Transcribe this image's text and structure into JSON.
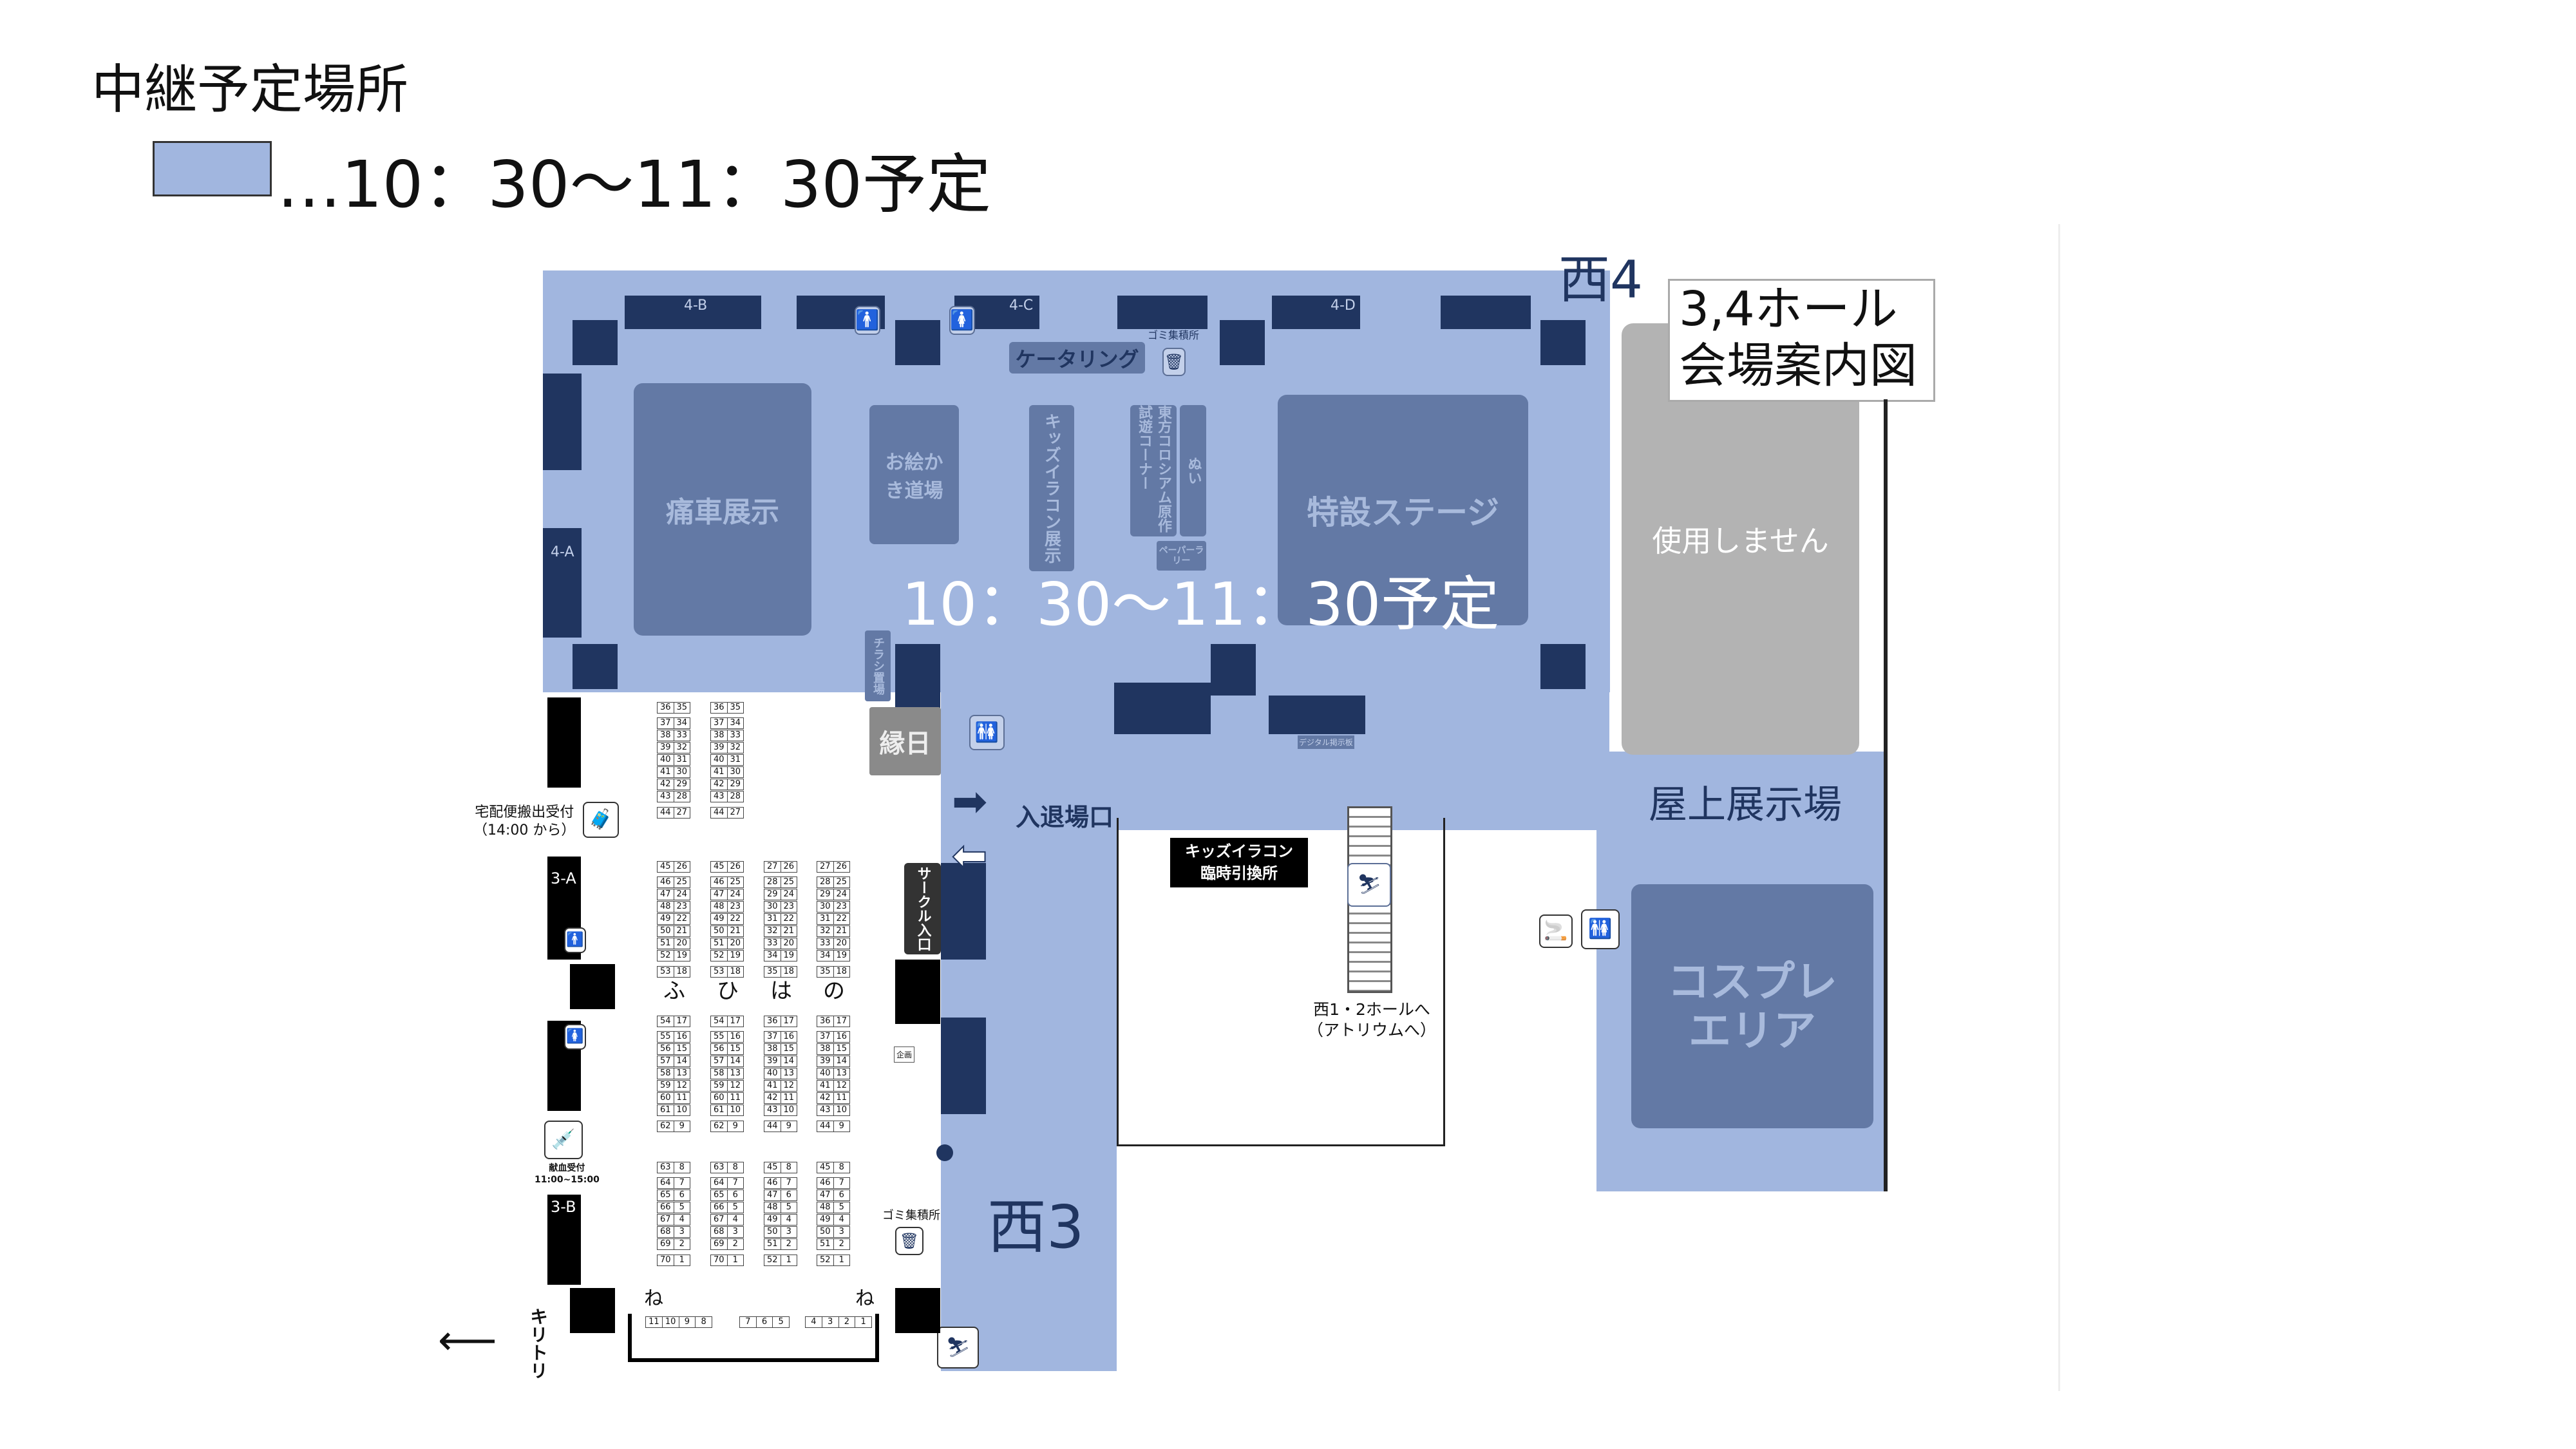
{
  "header": {
    "title": "中継予定場所",
    "legend_text": "…10：30〜11：30予定"
  },
  "colors": {
    "highlight": "#a1b6df",
    "dark": "#203560",
    "zone": "#6379a5",
    "unused": "#b3b3b3"
  },
  "map": {
    "overlay_text": "10：30〜11：30予定",
    "hall_title": [
      "3,4ホール",
      "会場案内図"
    ],
    "hall_west4": "西4",
    "hall_west3": "西3",
    "gate_labels": [
      "4-A",
      "4-B",
      "4-C",
      "4-D",
      "3-A",
      "3-B"
    ],
    "zones": {
      "itasha": "痛車展示",
      "stage": "特設ステージ",
      "oekaki": "お絵かき道場",
      "kids_exhibit": "キッズイラコン展示",
      "touhou": "東方コロシアム原作試遊コーナー",
      "nui": "ぬい",
      "paper_rally": "ペーパーラリー",
      "catering": "ケータリング",
      "garbage": "ゴミ集積所",
      "flyers": "チラシ置場",
      "ennichi": "縁日",
      "unused": "使用しません",
      "rooftop": "屋上展示場",
      "cosplay": [
        "コスプレ",
        "エリア"
      ],
      "entrance": "入退場口",
      "kids_exchange": [
        "キッズイラコン",
        "臨時引換所"
      ],
      "to_west12": [
        "西1・2ホールへ",
        "（アトリウムへ）"
      ],
      "circle_entrance": "サークル入口",
      "delivery": [
        "宅配便搬出受付",
        "（14:00 から）"
      ],
      "blood": [
        "献血受付",
        "11:00~15:00"
      ],
      "kikaku": "企画",
      "digital": "デジタル掲示板",
      "kiritori": "キリトリ",
      "garbage2": "ゴミ集積所"
    },
    "booth_columns": [
      {
        "label": "ふ",
        "groups": [
          [
            [
              36,
              35
            ],
            [
              37,
              34
            ],
            [
              38,
              33
            ],
            [
              39,
              32
            ],
            [
              40,
              31
            ],
            [
              41,
              30
            ],
            [
              42,
              29
            ],
            [
              43,
              28
            ],
            [
              44,
              27
            ]
          ],
          [
            [
              45,
              26
            ],
            [
              46,
              25
            ],
            [
              47,
              24
            ],
            [
              48,
              23
            ],
            [
              49,
              22
            ],
            [
              50,
              21
            ],
            [
              51,
              20
            ],
            [
              52,
              19
            ],
            [
              53,
              18
            ]
          ],
          [
            [
              54,
              17
            ],
            [
              55,
              16
            ],
            [
              56,
              15
            ],
            [
              57,
              14
            ],
            [
              58,
              13
            ],
            [
              59,
              12
            ],
            [
              60,
              11
            ],
            [
              61,
              10
            ],
            [
              62,
              9
            ]
          ],
          [
            [
              63,
              8
            ],
            [
              64,
              7
            ],
            [
              65,
              6
            ],
            [
              66,
              5
            ],
            [
              67,
              4
            ],
            [
              68,
              3
            ],
            [
              69,
              2
            ],
            [
              70,
              1
            ]
          ]
        ]
      },
      {
        "label": "ひ",
        "groups": [
          [
            [
              36,
              35
            ],
            [
              37,
              34
            ],
            [
              38,
              33
            ],
            [
              39,
              32
            ],
            [
              40,
              31
            ],
            [
              41,
              30
            ],
            [
              42,
              29
            ],
            [
              43,
              28
            ],
            [
              44,
              27
            ]
          ],
          [
            [
              45,
              26
            ],
            [
              46,
              25
            ],
            [
              47,
              24
            ],
            [
              48,
              23
            ],
            [
              49,
              22
            ],
            [
              50,
              21
            ],
            [
              51,
              20
            ],
            [
              52,
              19
            ],
            [
              53,
              18
            ]
          ],
          [
            [
              54,
              17
            ],
            [
              55,
              16
            ],
            [
              56,
              15
            ],
            [
              57,
              14
            ],
            [
              58,
              13
            ],
            [
              59,
              12
            ],
            [
              60,
              11
            ],
            [
              61,
              10
            ],
            [
              62,
              9
            ]
          ],
          [
            [
              63,
              8
            ],
            [
              64,
              7
            ],
            [
              65,
              6
            ],
            [
              66,
              5
            ],
            [
              67,
              4
            ],
            [
              68,
              3
            ],
            [
              69,
              2
            ],
            [
              70,
              1
            ]
          ]
        ]
      },
      {
        "label": "は",
        "groups": [
          [],
          [
            [
              27,
              26
            ],
            [
              28,
              25
            ],
            [
              29,
              24
            ],
            [
              30,
              23
            ],
            [
              31,
              22
            ],
            [
              32,
              21
            ],
            [
              33,
              20
            ],
            [
              34,
              19
            ],
            [
              35,
              18
            ]
          ],
          [
            [
              36,
              17
            ],
            [
              37,
              16
            ],
            [
              38,
              15
            ],
            [
              39,
              14
            ],
            [
              40,
              13
            ],
            [
              41,
              12
            ],
            [
              42,
              11
            ],
            [
              43,
              10
            ],
            [
              44,
              9
            ]
          ],
          [
            [
              45,
              8
            ],
            [
              46,
              7
            ],
            [
              47,
              6
            ],
            [
              48,
              5
            ],
            [
              49,
              4
            ],
            [
              50,
              3
            ],
            [
              51,
              2
            ],
            [
              52,
              1
            ]
          ]
        ]
      },
      {
        "label": "の",
        "groups": [
          [],
          [
            [
              27,
              26
            ],
            [
              28,
              25
            ],
            [
              29,
              24
            ],
            [
              30,
              23
            ],
            [
              31,
              22
            ],
            [
              32,
              21
            ],
            [
              33,
              20
            ],
            [
              34,
              19
            ],
            [
              35,
              18
            ]
          ],
          [
            [
              36,
              17
            ],
            [
              37,
              16
            ],
            [
              38,
              15
            ],
            [
              39,
              14
            ],
            [
              40,
              13
            ],
            [
              41,
              12
            ],
            [
              42,
              11
            ],
            [
              43,
              10
            ],
            [
              44,
              9
            ]
          ],
          [
            [
              45,
              8
            ],
            [
              46,
              7
            ],
            [
              47,
              6
            ],
            [
              48,
              5
            ],
            [
              49,
              4
            ],
            [
              50,
              3
            ],
            [
              51,
              2
            ],
            [
              52,
              1
            ]
          ]
        ]
      }
    ],
    "ne_label": "ね",
    "bottom_booths": [
      [
        11,
        10,
        9,
        8
      ],
      [
        7,
        6,
        5
      ],
      [
        4,
        3,
        2,
        1
      ]
    ]
  }
}
